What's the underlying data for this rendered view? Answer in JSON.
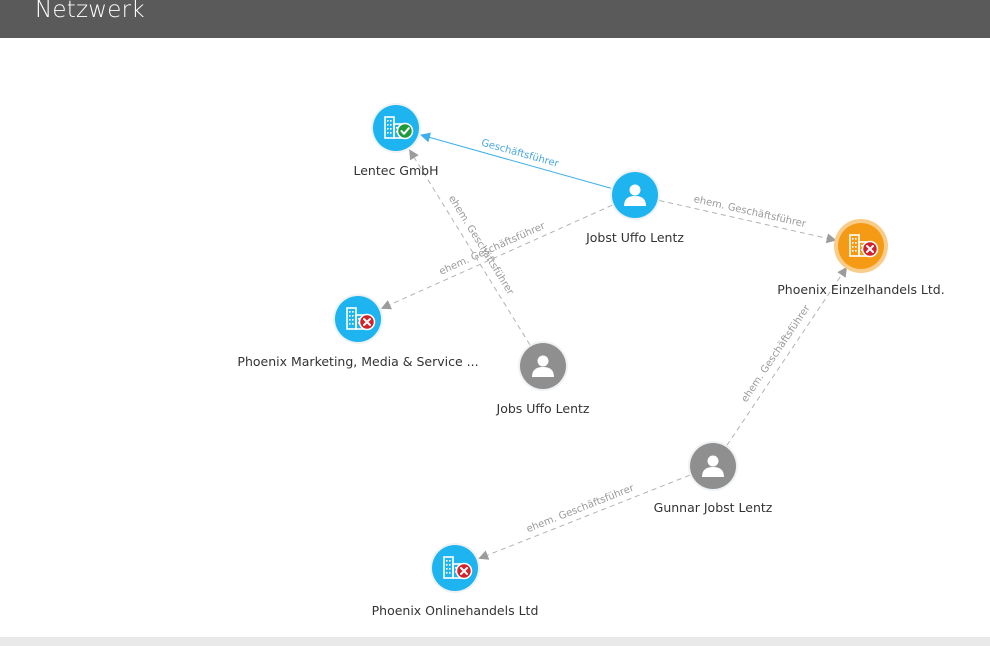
{
  "header": {
    "title": "Netzwerk"
  },
  "colors": {
    "header_bg": "#5a5a5a",
    "company_node": "#1eb4f0",
    "person_active_node": "#1eb4f0",
    "person_inactive_node": "#8f8f8f",
    "highlight_node": "#f59a14",
    "highlight_ring": "#f9cc8a",
    "active_edge": "#3db0ec",
    "former_edge": "#b3b3b3",
    "status_active": "#1f9a3c",
    "status_inactive": "#d3222a"
  },
  "network": {
    "nodes": [
      {
        "id": "lentec",
        "label": "Lentec GmbH",
        "kind": "company",
        "status": "active",
        "icon": "building-icon",
        "highlight": false
      },
      {
        "id": "jobst",
        "label": "Jobst Uffo Lentz",
        "kind": "person",
        "status": "active",
        "icon": "person-icon",
        "highlight": false
      },
      {
        "id": "einzel",
        "label": "Phoenix Einzelhandels Ltd.",
        "kind": "company",
        "status": "inactive",
        "icon": "building-icon",
        "highlight": true
      },
      {
        "id": "marketing",
        "label": "Phoenix Marketing, Media & Service ...",
        "kind": "company",
        "status": "inactive",
        "icon": "building-icon",
        "highlight": false
      },
      {
        "id": "jobs",
        "label": "Jobs Uffo Lentz",
        "kind": "person",
        "status": "former",
        "icon": "person-icon",
        "highlight": false
      },
      {
        "id": "gunnar",
        "label": "Gunnar Jobst Lentz",
        "kind": "person",
        "status": "former",
        "icon": "person-icon",
        "highlight": false
      },
      {
        "id": "online",
        "label": "Phoenix Onlinehandels Ltd",
        "kind": "company",
        "status": "inactive",
        "icon": "building-icon",
        "highlight": false
      }
    ],
    "edges": [
      {
        "from": "jobst",
        "to": "lentec",
        "label": "Geschäftsführer",
        "type": "active"
      },
      {
        "from": "jobst",
        "to": "einzel",
        "label": "ehem. Geschäftsführer",
        "type": "former"
      },
      {
        "from": "jobst",
        "to": "marketing",
        "label": "ehem. Geschäftsführer",
        "type": "former"
      },
      {
        "from": "jobs",
        "to": "lentec",
        "label": "ehem. Geschäftsführer",
        "type": "former"
      },
      {
        "from": "gunnar",
        "to": "einzel",
        "label": "ehem. Geschäftsführer",
        "type": "former"
      },
      {
        "from": "gunnar",
        "to": "online",
        "label": "ehem. Geschäftsführer",
        "type": "former"
      }
    ]
  }
}
